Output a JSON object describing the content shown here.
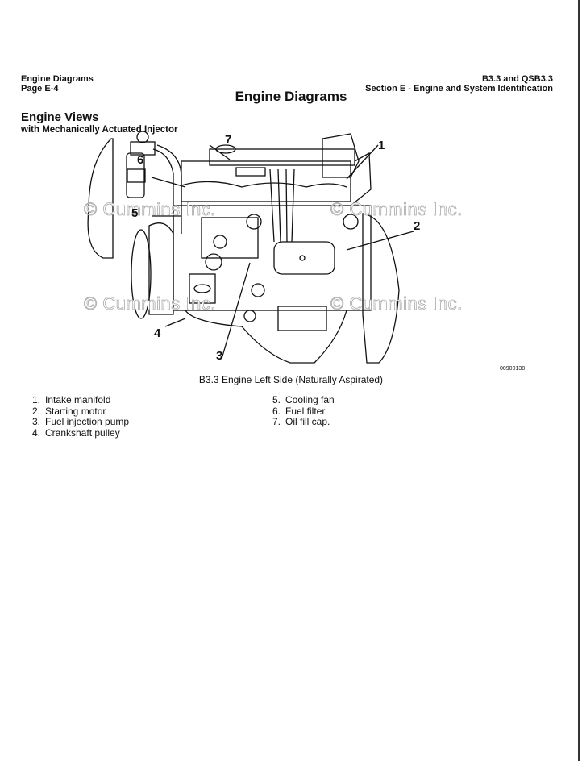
{
  "header": {
    "left_line1": "Engine Diagrams",
    "left_line2": "Page E-4",
    "right_line1": "B3.3 and QSB3.3",
    "right_line2": "Section E - Engine and System Identification"
  },
  "title": "Engine Diagrams",
  "section_title": "Engine Views",
  "subsection_title": "with Mechanically Actuated Injector",
  "figure": {
    "watermark": "© Cummins Inc.",
    "callouts": [
      "1",
      "2",
      "3",
      "4",
      "5",
      "6",
      "7"
    ],
    "figure_id": "00900138",
    "caption": "B3.3 Engine Left Side (Naturally Aspirated)"
  },
  "legend_left": [
    {
      "n": "1.",
      "label": "Intake manifold"
    },
    {
      "n": "2.",
      "label": "Starting motor"
    },
    {
      "n": "3.",
      "label": "Fuel injection pump"
    },
    {
      "n": "4.",
      "label": "Crankshaft pulley"
    }
  ],
  "legend_right": [
    {
      "n": "5.",
      "label": "Cooling fan"
    },
    {
      "n": "6.",
      "label": "Fuel filter"
    },
    {
      "n": "7.",
      "label": "Oil fill cap."
    }
  ]
}
